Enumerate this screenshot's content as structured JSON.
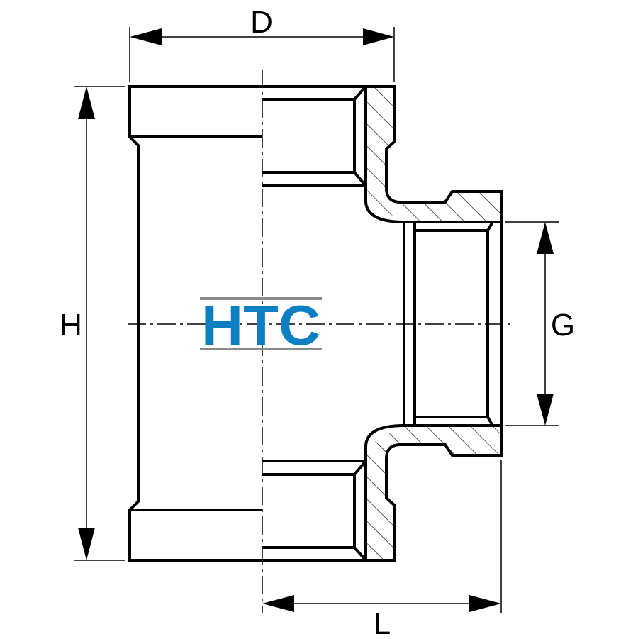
{
  "diagram": {
    "dimension_labels": {
      "d": "D",
      "h": "H",
      "g": "G",
      "l": "L"
    },
    "logo": {
      "text": "HTC",
      "text_color": "#0a7fc2",
      "rule_color": "#8a8a8a"
    }
  }
}
